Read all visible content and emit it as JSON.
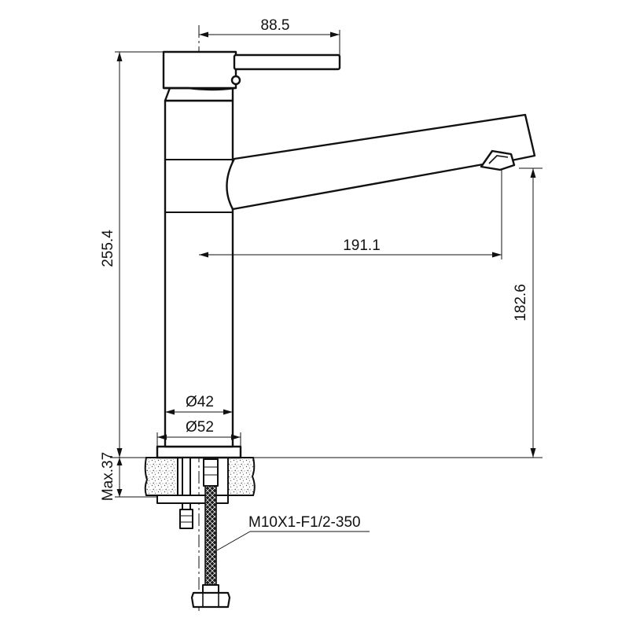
{
  "drawing": {
    "subject": "faucet-side-view",
    "dimensions": {
      "handle_reach": "88.5",
      "total_height": "255.4",
      "spout_reach": "191.1",
      "spout_height": "182.6",
      "body_diameter": "Ø42",
      "base_diameter": "Ø52",
      "max_counter_thickness": "Max.37"
    },
    "hose_label": "M10X1-F1/2-350",
    "colors": {
      "line": "#111111",
      "background": "#ffffff",
      "counter_speckle": "#555555"
    }
  }
}
